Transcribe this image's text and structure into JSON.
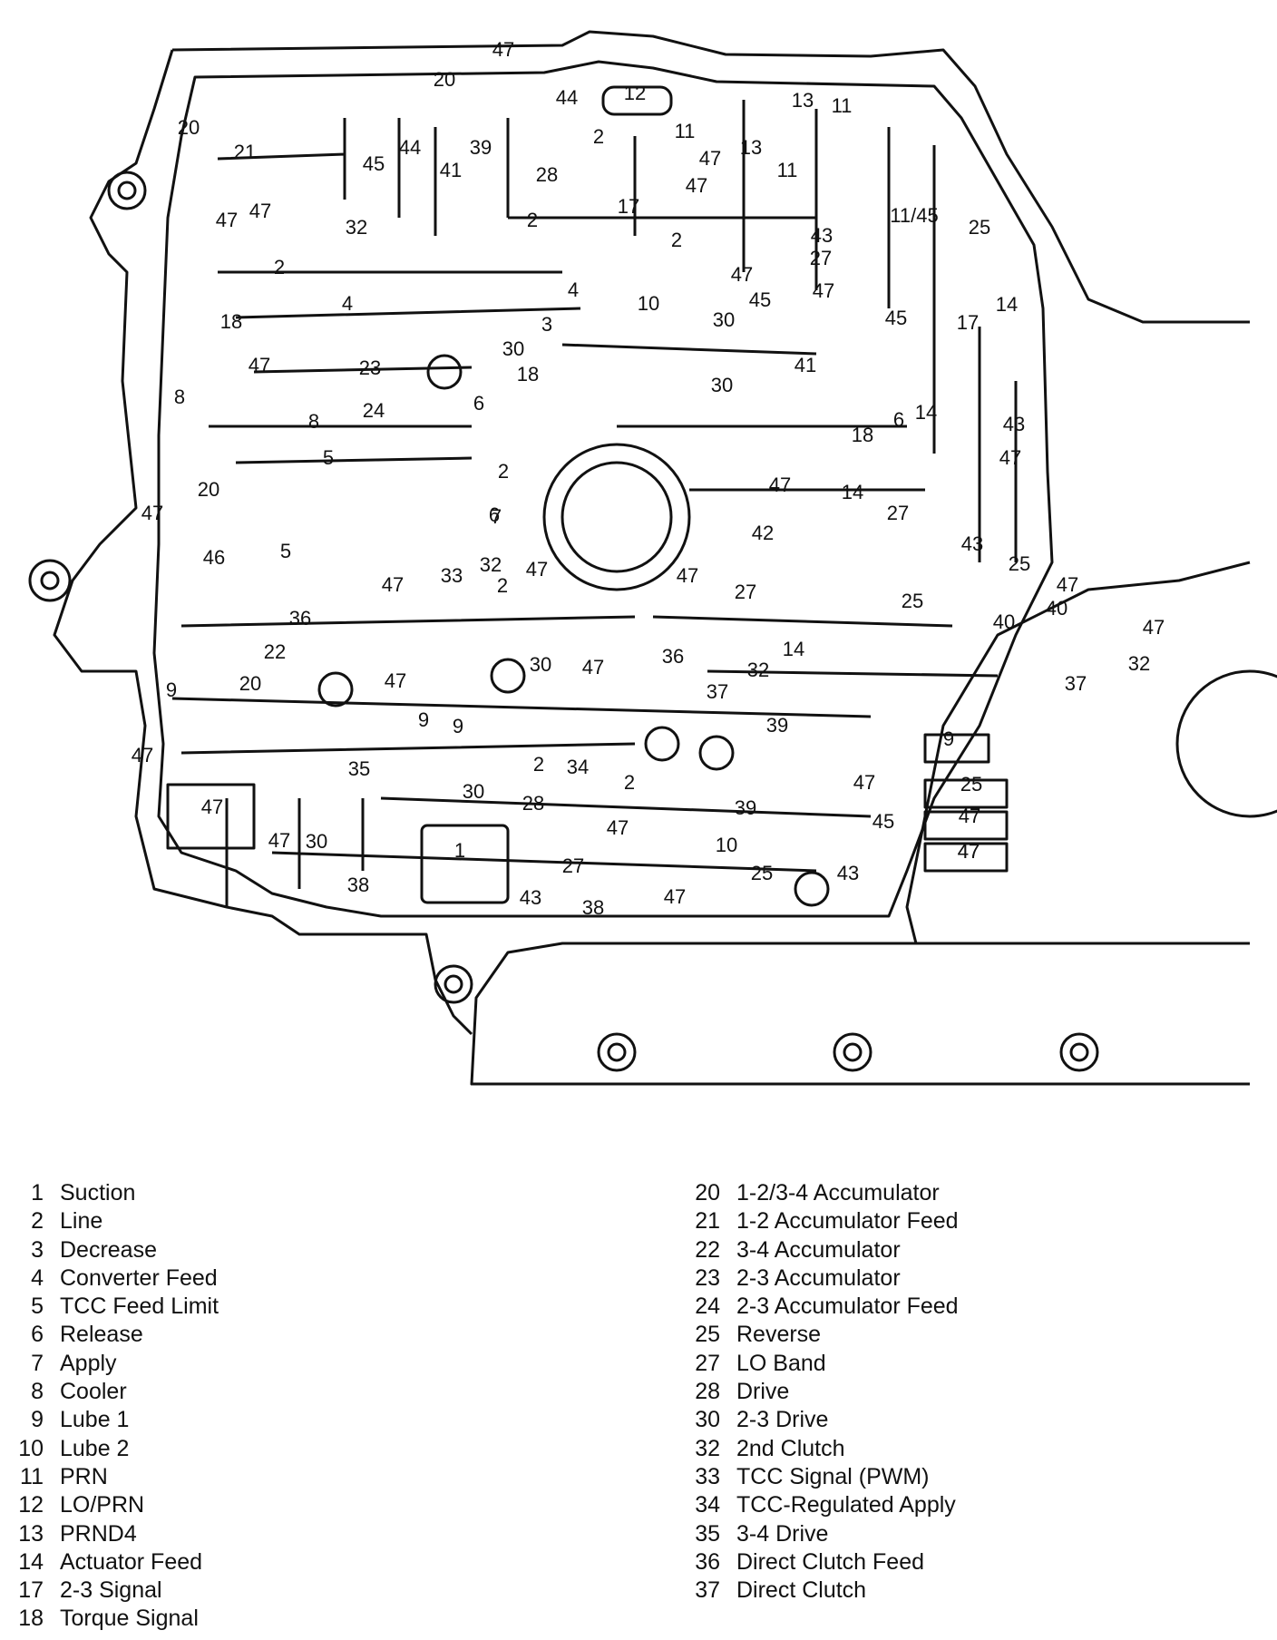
{
  "diagram": {
    "callouts": [
      "47",
      "20",
      "44",
      "12",
      "20",
      "13",
      "11",
      "2",
      "11",
      "45",
      "44",
      "41",
      "39",
      "47",
      "13",
      "11",
      "21",
      "28",
      "17",
      "47",
      "11/45",
      "25",
      "47",
      "47",
      "32",
      "2",
      "43",
      "2",
      "27",
      "2",
      "47",
      "45",
      "47",
      "14",
      "4",
      "4",
      "10",
      "45",
      "17",
      "18",
      "3",
      "30",
      "30",
      "47",
      "23",
      "18",
      "41",
      "8",
      "24",
      "6",
      "30",
      "18",
      "6",
      "14",
      "43",
      "8",
      "5",
      "2",
      "47",
      "20",
      "47",
      "14",
      "27",
      "42",
      "43",
      "47",
      "6",
      "7",
      "2",
      "46",
      "5",
      "47",
      "33",
      "32",
      "47",
      "47",
      "27",
      "25",
      "25",
      "47",
      "40",
      "36",
      "40",
      "47",
      "22",
      "14",
      "32",
      "30",
      "47",
      "36",
      "32",
      "20",
      "9",
      "37",
      "47",
      "9",
      "37",
      "9",
      "39",
      "35",
      "2",
      "34",
      "47",
      "2",
      "47",
      "9",
      "25",
      "47",
      "47",
      "30",
      "39",
      "47",
      "30",
      "28",
      "47",
      "38",
      "1",
      "45",
      "47",
      "27",
      "10",
      "25",
      "43",
      "43",
      "47",
      "47",
      "38",
      "47"
    ]
  },
  "legend": {
    "left": [
      {
        "num": "1",
        "label": "Suction"
      },
      {
        "num": "2",
        "label": "Line"
      },
      {
        "num": "3",
        "label": "Decrease"
      },
      {
        "num": "4",
        "label": "Converter Feed"
      },
      {
        "num": "5",
        "label": "TCC Feed Limit"
      },
      {
        "num": "6",
        "label": "Release"
      },
      {
        "num": "7",
        "label": "Apply"
      },
      {
        "num": "8",
        "label": "Cooler"
      },
      {
        "num": "9",
        "label": "Lube 1"
      },
      {
        "num": "10",
        "label": "Lube 2"
      },
      {
        "num": "11",
        "label": "PRN"
      },
      {
        "num": "12",
        "label": "LO/PRN"
      },
      {
        "num": "13",
        "label": "PRND4"
      },
      {
        "num": "14",
        "label": "Actuator Feed"
      },
      {
        "num": "17",
        "label": "2-3 Signal"
      },
      {
        "num": "18",
        "label": "Torque Signal"
      }
    ],
    "right": [
      {
        "num": "20",
        "label": "1-2/3-4 Accumulator"
      },
      {
        "num": "21",
        "label": "1-2 Accumulator Feed"
      },
      {
        "num": "22",
        "label": "3-4 Accumulator"
      },
      {
        "num": "23",
        "label": "2-3 Accumulator"
      },
      {
        "num": "24",
        "label": "2-3 Accumulator Feed"
      },
      {
        "num": "25",
        "label": "Reverse"
      },
      {
        "num": "27",
        "label": "LO Band"
      },
      {
        "num": "28",
        "label": "Drive"
      },
      {
        "num": "30",
        "label": "2-3 Drive"
      },
      {
        "num": "32",
        "label": "2nd Clutch"
      },
      {
        "num": "33",
        "label": "TCC Signal (PWM)"
      },
      {
        "num": "34",
        "label": "TCC-Regulated Apply"
      },
      {
        "num": "35",
        "label": "3-4 Drive"
      },
      {
        "num": "36",
        "label": "Direct Clutch Feed"
      },
      {
        "num": "37",
        "label": "Direct Clutch"
      }
    ]
  }
}
